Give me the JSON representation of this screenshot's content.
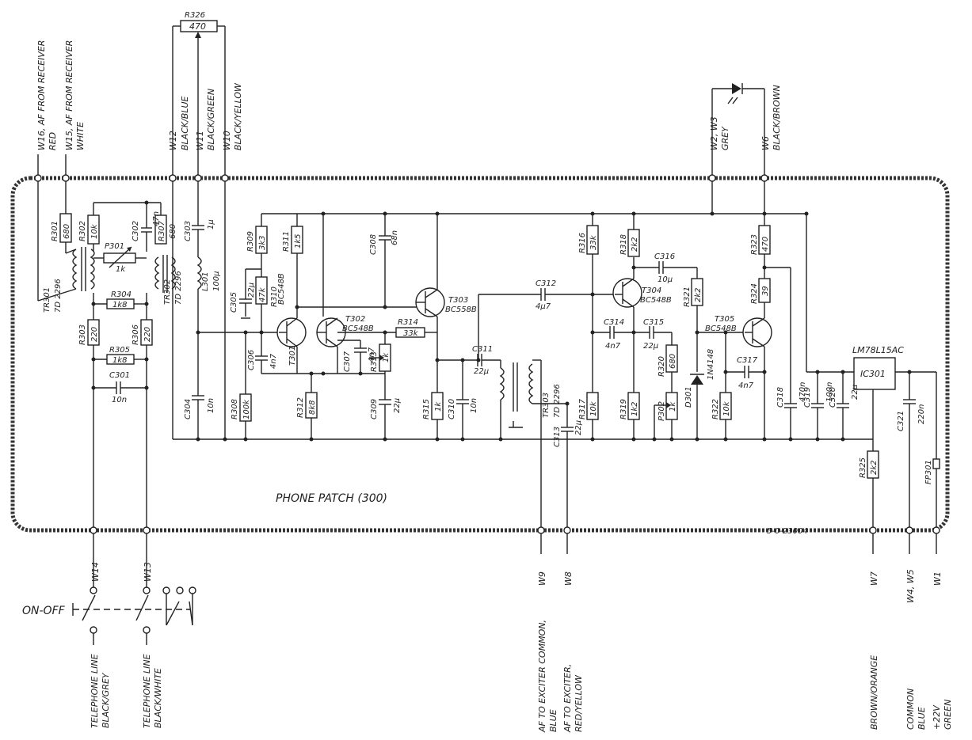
{
  "title": "PHONE PATCH (300)",
  "drawing_number": "5-0-23004",
  "colors": {
    "ink": "#222222",
    "frame": "#333333",
    "paper": "#ffffff"
  },
  "top_wires": {
    "w16": "W16, AF FROM RECEIVER",
    "w16_color": "RED",
    "w15": "W15, AF FROM RECEIVER",
    "w15_color": "WHITE",
    "w12": "W12",
    "w12_color": "BLACK/BLUE",
    "w11": "W11",
    "w11_color": "BLACK/GREEN",
    "w10": "W10",
    "w10_color": "BLACK/YELLOW",
    "w2w3": "W2, W3",
    "w2w3_color": "GREY",
    "w6": "W6",
    "w6_color": "BLACK/BROWN"
  },
  "bottom_wires": {
    "w14": "W14",
    "w13": "W13",
    "w9": "W9",
    "w8": "W8",
    "w7": "W7",
    "w4w5": "W4, W5",
    "w1": "W1"
  },
  "bottom_labels": {
    "on_off": "ON-OFF",
    "tel1": "TELEPHONE LINE",
    "tel1_color": "BLACK/GREY",
    "tel2": "TELEPHONE LINE",
    "tel2_color": "BLACK/WHITE",
    "af_common": "AF TO EXCITER COMMON,",
    "af_common_color": "BLUE",
    "af_exciter": "AF TO EXCITER,",
    "af_exciter_color": "RED/YELLOW",
    "brown_orange": "BROWN/ORANGE",
    "common": "COMMON",
    "common_color": "BLUE",
    "plus22": "+22V",
    "plus22_color": "GREEN"
  },
  "resistors": {
    "R326": {
      "ref": "R326",
      "value": "470"
    },
    "R301": {
      "ref": "R301",
      "value": "680"
    },
    "R302": {
      "ref": "R302",
      "value": "10k"
    },
    "R303": {
      "ref": "R303",
      "value": "220"
    },
    "R304": {
      "ref": "R304",
      "value": "1k8"
    },
    "R305": {
      "ref": "R305",
      "value": "1k8"
    },
    "R306": {
      "ref": "R306",
      "value": "220"
    },
    "R307": {
      "ref": "R307",
      "value": "680"
    },
    "R308": {
      "ref": "R308",
      "value": "100k"
    },
    "R309": {
      "ref": "R309",
      "value": "3k3"
    },
    "R310": {
      "ref": "R310",
      "value": "47k"
    },
    "R311": {
      "ref": "R311",
      "value": "1k5"
    },
    "R312": {
      "ref": "R312",
      "value": "8k8"
    },
    "R313": {
      "ref": "R313",
      "value": "1k"
    },
    "R314": {
      "ref": "R314",
      "value": "33k"
    },
    "R315": {
      "ref": "R315",
      "value": "1k"
    },
    "R316": {
      "ref": "R316",
      "value": "33k"
    },
    "R317": {
      "ref": "R317",
      "value": "10k"
    },
    "R318": {
      "ref": "R318",
      "value": "2k2"
    },
    "R319": {
      "ref": "R319",
      "value": "1k2"
    },
    "R320": {
      "ref": "R320",
      "value": "680"
    },
    "R321": {
      "ref": "R321",
      "value": "2k2"
    },
    "R322": {
      "ref": "R322",
      "value": "10k"
    },
    "R323": {
      "ref": "R323",
      "value": "470"
    },
    "R324": {
      "ref": "R324",
      "value": "39"
    },
    "R325": {
      "ref": "R325",
      "value": "2k2"
    }
  },
  "pots": {
    "P301": {
      "ref": "P301",
      "value": "1k"
    },
    "P302": {
      "ref": "P302",
      "value": "1k"
    }
  },
  "capacitors": {
    "C301": {
      "ref": "C301",
      "value": "10n"
    },
    "C302": {
      "ref": "C302",
      "value": "47n"
    },
    "C303": {
      "ref": "C303",
      "value": "1µ"
    },
    "C304": {
      "ref": "C304",
      "value": "10n"
    },
    "C305": {
      "ref": "C305",
      "value": "22µ"
    },
    "C306": {
      "ref": "C306",
      "value": "4n7"
    },
    "C307": {
      "ref": "C307",
      "value": "4n7"
    },
    "C308": {
      "ref": "C308",
      "value": "68n"
    },
    "C309": {
      "ref": "C309",
      "value": "22µ"
    },
    "C310": {
      "ref": "C310",
      "value": "10n"
    },
    "C311": {
      "ref": "C311",
      "value": "22µ"
    },
    "C312": {
      "ref": "C312",
      "value": "4µ7"
    },
    "C313": {
      "ref": "C313",
      "value": "22µ"
    },
    "C314": {
      "ref": "C314",
      "value": "4n7"
    },
    "C315": {
      "ref": "C315",
      "value": "22µ"
    },
    "C316": {
      "ref": "C316",
      "value": "10µ"
    },
    "C317": {
      "ref": "C317",
      "value": "4n7"
    },
    "C318": {
      "ref": "C318",
      "value": "470n"
    },
    "C319": {
      "ref": "C319",
      "value": "100n"
    },
    "C320": {
      "ref": "C320",
      "value": "22µ"
    },
    "C321": {
      "ref": "C321",
      "value": "220n"
    }
  },
  "transistors": {
    "T301": {
      "ref": "T301",
      "type": "BC548B"
    },
    "T302": {
      "ref": "T302",
      "type": "BC548B"
    },
    "T303": {
      "ref": "T303",
      "type": "BC558B"
    },
    "T304": {
      "ref": "T304",
      "type": "BC548B"
    },
    "T305": {
      "ref": "T305",
      "type": "BC548B"
    }
  },
  "transformers": {
    "TR301": {
      "ref": "TR301",
      "type": "7D 2296"
    },
    "TR302": {
      "ref": "TR302",
      "type": "7D 2296"
    },
    "TR303": {
      "ref": "TR303",
      "type": "7D 2296"
    }
  },
  "inductor": {
    "ref": "L301",
    "value": "100µ"
  },
  "diode": {
    "ref": "D301",
    "type": "1N4148"
  },
  "ic": {
    "ref": "IC301",
    "type": "LM78L15AC"
  },
  "fuse": {
    "ref": "FP301"
  }
}
